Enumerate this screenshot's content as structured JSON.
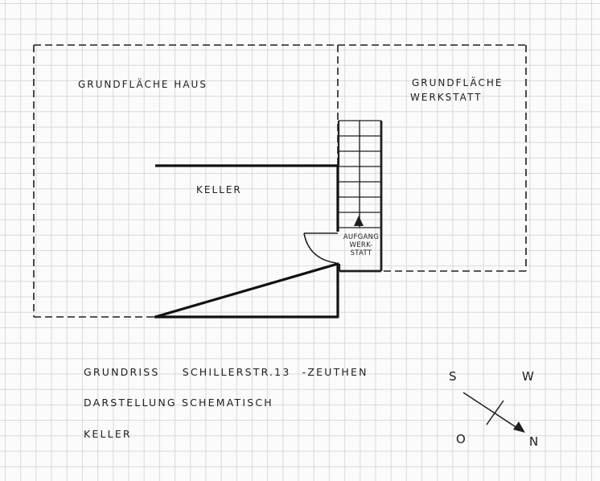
{
  "areas": {
    "haus_label": "GRUNDFLÄCHE HAUS",
    "werkstatt_label_1": "GRUNDFLÄCHE",
    "werkstatt_label_2": "WERKSTATT",
    "keller_label": "KELLER",
    "stair_label_1": "AUFGANG",
    "stair_label_2": "WERK-",
    "stair_label_3": "STATT"
  },
  "notes": {
    "line1_a": "GRUNDRISS",
    "line1_b": "SCHILLERSTR.13",
    "line1_c": "-ZEUTHEN",
    "line2": "DARSTELLUNG SCHEMATISCH",
    "line3": "KELLER"
  },
  "compass": {
    "south": "S",
    "west": "W",
    "east": "O",
    "north": "N"
  },
  "colors": {
    "ink": "#1f1f1f",
    "grid": "#d9d9d9",
    "paper": "#fbfbfb"
  }
}
